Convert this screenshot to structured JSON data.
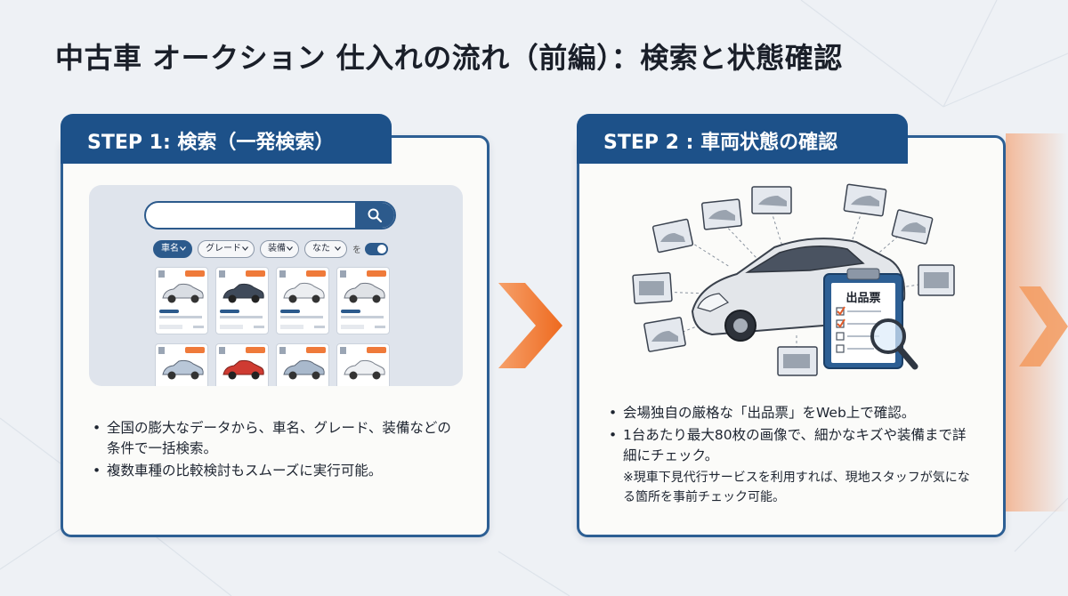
{
  "page": {
    "title": "中古車 オークション 仕入れの流れ（前編）：検索と状態確認"
  },
  "colors": {
    "primary": "#1d5189",
    "border": "#2d5f94",
    "accent": "#f07a2e",
    "background": "#eef1f5"
  },
  "step1": {
    "label": "STEP 1: 検索（一発検索）",
    "filters": [
      {
        "label": "車名",
        "active": true
      },
      {
        "label": "グレード",
        "active": false
      },
      {
        "label": "装備",
        "active": false
      },
      {
        "label": "なた",
        "active": false
      }
    ],
    "toggle_label": "を",
    "search_icon": "search-icon",
    "bullets": [
      "全国の膨大なデータから、車名、グレード、装備などの条件で一括検索。",
      "複数車種の比較検討もスムーズに実行可能。"
    ]
  },
  "step2": {
    "label": "STEP 2 : 車両状態の確認",
    "sheet_title": "出品票",
    "bullets": [
      "会場独自の厳格な「出品票」をWeb上で確認。",
      "1台あたり最大80枚の画像で、細かなキズや装備まで詳細にチェック。"
    ],
    "note": "※現車下見代行サービスを利用すれば、現地スタッフが気になる箇所を事前チェック可能。"
  },
  "icons": {
    "arrow": "chevron-right-icon",
    "magnifier": "magnifier-icon",
    "clipboard": "clipboard-icon",
    "car": "car-icon"
  }
}
